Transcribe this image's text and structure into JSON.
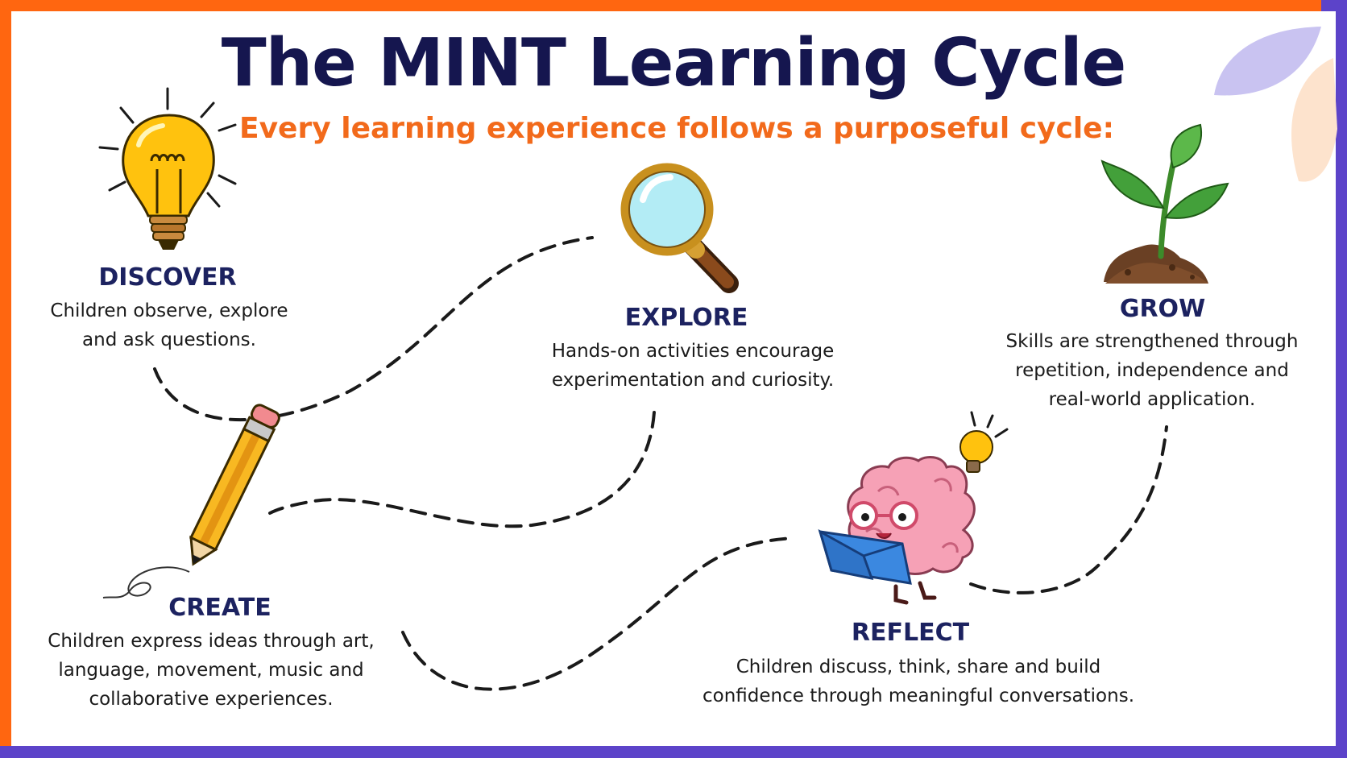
{
  "title": "The MINT Learning Cycle",
  "subtitle": "Every learning experience follows a purposeful cycle:",
  "colors": {
    "title": "#15164f",
    "subtitle": "#f26a1b",
    "stage_title": "#1c2260",
    "text": "#1a1a1a",
    "border_orange": "#ff6610",
    "border_purple": "#5c43c9",
    "dashes": "#1a1a1a"
  },
  "stages": [
    {
      "id": "discover",
      "icon": "lightbulb-icon",
      "title": "DISCOVER",
      "lines": [
        "Children observe, explore",
        "and ask questions."
      ]
    },
    {
      "id": "explore",
      "icon": "magnifying-glass-icon",
      "title": "EXPLORE",
      "lines": [
        "Hands-on activities encourage",
        "experimentation and curiosity."
      ]
    },
    {
      "id": "grow",
      "icon": "sprout-icon",
      "title": "GROW",
      "lines": [
        "Skills are strengthened through",
        "repetition, independence and",
        "real-world application."
      ]
    },
    {
      "id": "create",
      "icon": "pencil-icon",
      "title": "CREATE",
      "lines": [
        "Children express ideas through art,",
        "language, movement, music and",
        "collaborative experiences."
      ]
    },
    {
      "id": "reflect",
      "icon": "brain-reading-icon",
      "title": "REFLECT",
      "lines": [
        "Children discuss, think, share and build",
        "confidence through meaningful conversations."
      ]
    }
  ]
}
